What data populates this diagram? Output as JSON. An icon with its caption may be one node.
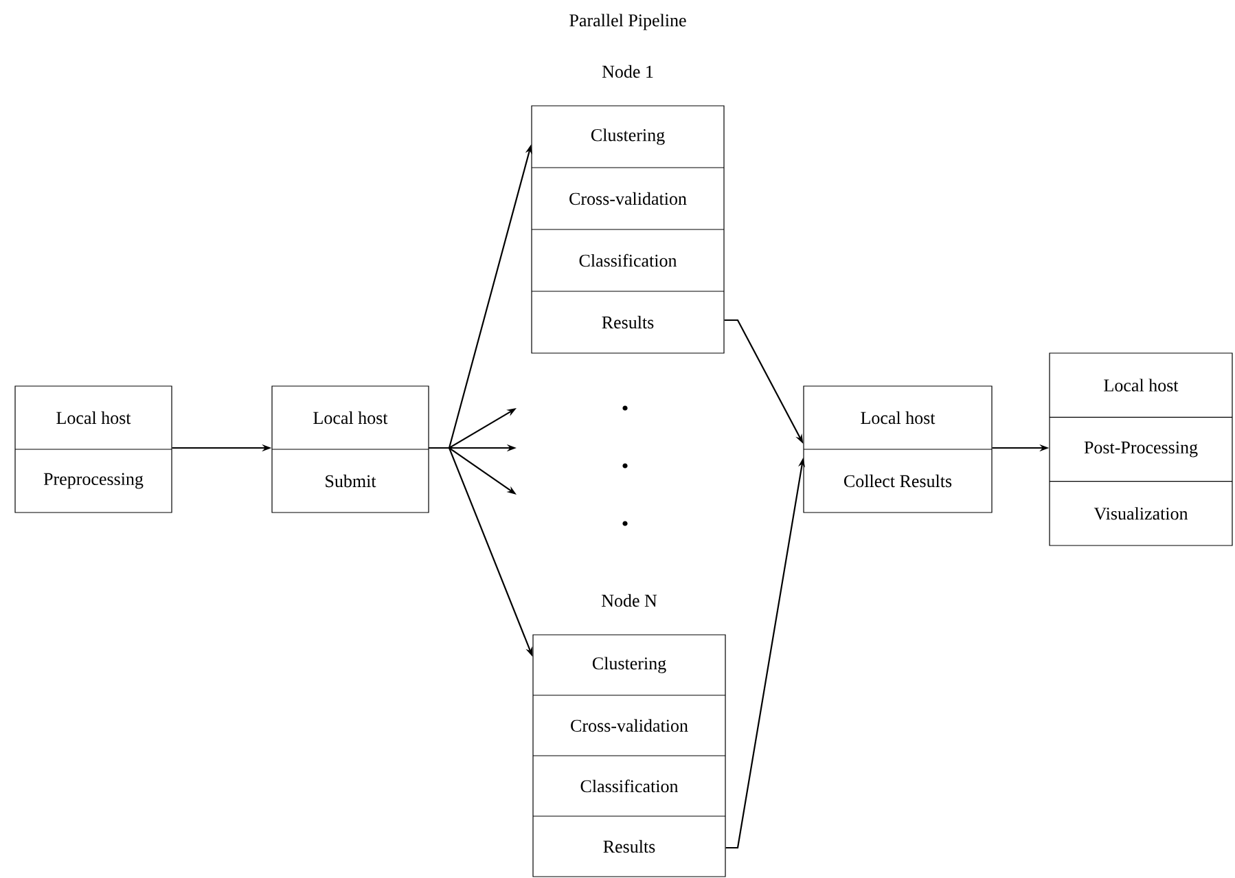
{
  "diagram": {
    "title": "Parallel Pipeline",
    "nodes": [
      {
        "text": [
          "Local host",
          "Preprocessing"
        ]
      },
      {
        "text": [
          "Local host",
          "Submit"
        ]
      },
      {
        "text": [
          "Node 1",
          "Clustering",
          "Cross-validation",
          "Classification",
          "Results"
        ]
      },
      {
        "text": [
          "Node N",
          "Clustering",
          "Cross-validation",
          "Classification",
          "Results"
        ]
      },
      {
        "text": [
          "Local host",
          "Collect Results"
        ]
      },
      {
        "text": [
          "Local host",
          "Post-Processing",
          "Visualization"
        ]
      }
    ],
    "edges": [
      {
        "from": 0,
        "to": 1,
        "arrow": "to"
      },
      {
        "from": 1,
        "to": 2,
        "arrow": "to"
      },
      {
        "from": 1,
        "to": null,
        "arrow": "to"
      },
      {
        "from": 1,
        "to": null,
        "arrow": "to"
      },
      {
        "from": 1,
        "to": null,
        "arrow": "to"
      },
      {
        "from": 1,
        "to": 3,
        "arrow": "to"
      },
      {
        "from": 2,
        "to": 4,
        "arrow": "to"
      },
      {
        "from": 3,
        "to": 4,
        "arrow": "to"
      },
      {
        "from": 4,
        "to": 5,
        "arrow": "to"
      }
    ]
  }
}
